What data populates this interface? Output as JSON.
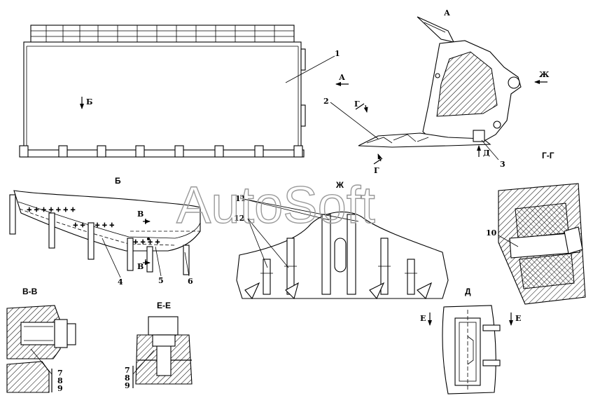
{
  "watermark": "AutoSoft",
  "section_labels": {
    "A": "А",
    "B": "Б",
    "Zh": "Ж",
    "GG": "Г-Г",
    "D": "Д",
    "VV": "В-В",
    "EE": "Е-Е"
  },
  "arrow_labels": {
    "view_b": "Б",
    "view_a": "А",
    "view_zh": "Ж",
    "cut_g_top": "Г",
    "cut_g_bottom": "Г",
    "view_d": "Д",
    "cut_v_top": "В",
    "cut_v_bottom": "В",
    "cut_e_left": "Е",
    "cut_e_right": "Е"
  },
  "callouts": {
    "p1": "1",
    "p2": "2",
    "p3": "3",
    "p4": "4",
    "p5": "5",
    "p6": "6",
    "p10": "10",
    "p11": "11",
    "p12": "12",
    "vv_7": "7",
    "vv_8": "8",
    "vv_9": "9",
    "ee_7": "7",
    "ee_8": "8",
    "ee_9": "9"
  }
}
